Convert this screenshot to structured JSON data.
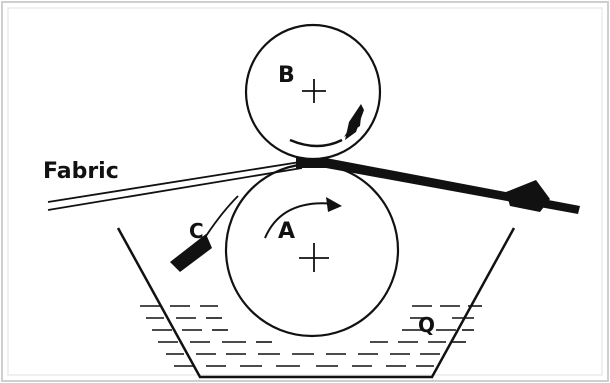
{
  "labels": {
    "fabric": "Fabric",
    "roller_top": "B",
    "roller_bottom": "A",
    "doctor_blade": "C",
    "liquor": "Q"
  },
  "colors": {
    "background": "#ffffff",
    "ink": "#111111",
    "frame": "#bdbdbd"
  }
}
